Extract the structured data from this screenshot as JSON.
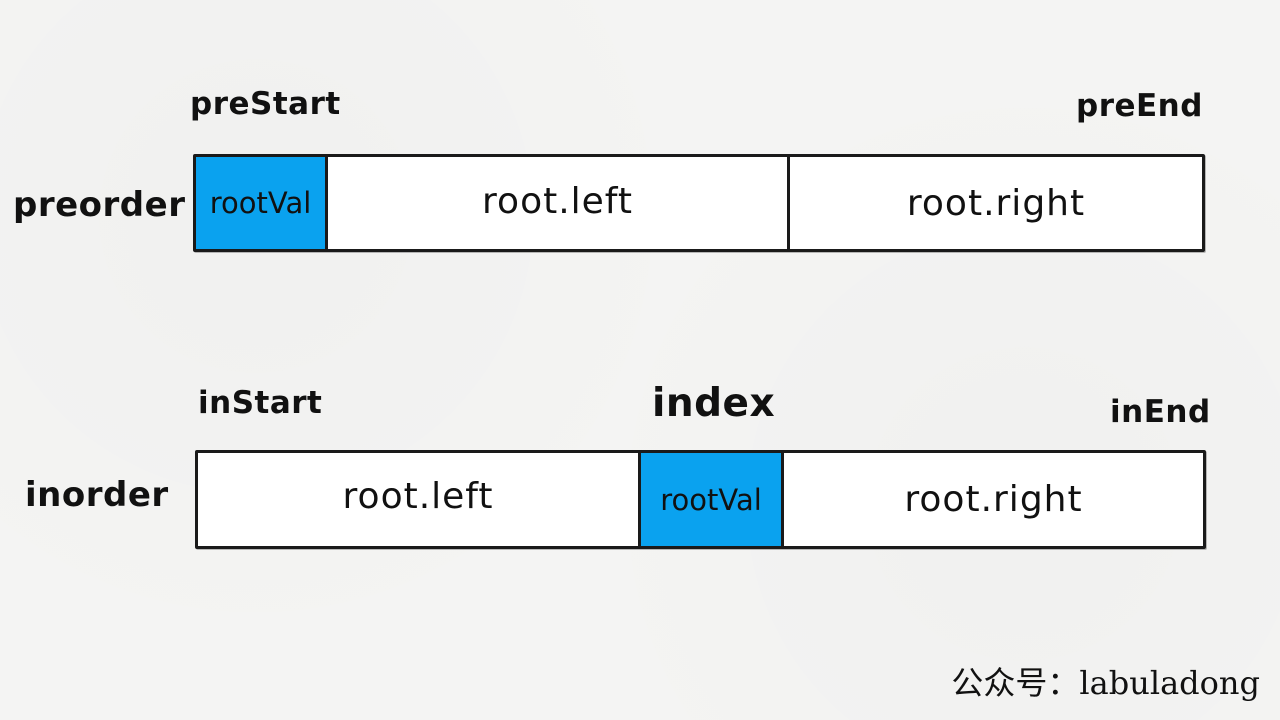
{
  "preorder": {
    "row_label": "preorder",
    "start_label": "preStart",
    "end_label": "preEnd",
    "segments": [
      {
        "text": "rootVal",
        "highlight": true
      },
      {
        "text": "root.left",
        "highlight": false
      },
      {
        "text": "root.right",
        "highlight": false
      }
    ]
  },
  "inorder": {
    "row_label": "inorder",
    "start_label": "inStart",
    "end_label": "inEnd",
    "index_label": "index",
    "segments": [
      {
        "text": "root.left",
        "highlight": false
      },
      {
        "text": "rootVal",
        "highlight": true
      },
      {
        "text": "root.right",
        "highlight": false
      }
    ]
  },
  "watermark": "公众号：labuladong",
  "colors": {
    "highlight": "#0aa2ef",
    "background": "#f4f4f3",
    "stroke": "#1a1a1a"
  }
}
